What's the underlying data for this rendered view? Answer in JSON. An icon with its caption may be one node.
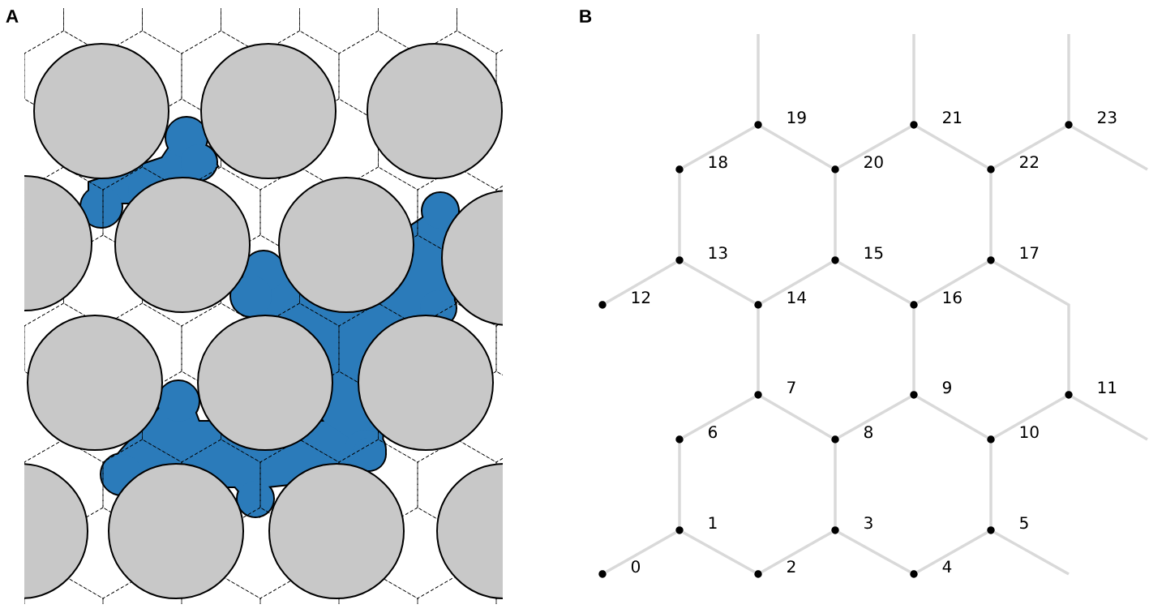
{
  "diagram": {
    "nodes": [
      {
        "text": [],
        "shape": "circle",
        "beside": [
          "0"
        ]
      },
      {
        "text": [],
        "shape": "circle",
        "beside": [
          "1"
        ]
      },
      {
        "text": [],
        "shape": "circle",
        "beside": [
          "2"
        ]
      },
      {
        "text": [],
        "shape": "circle",
        "beside": [
          "3"
        ]
      },
      {
        "text": [],
        "shape": "circle",
        "beside": [
          "4"
        ]
      },
      {
        "text": [],
        "shape": "circle",
        "beside": [
          "5"
        ]
      },
      {
        "text": [],
        "shape": "circle",
        "beside": [
          "6"
        ]
      },
      {
        "text": [],
        "shape": "circle",
        "beside": [
          "7"
        ]
      },
      {
        "text": [],
        "shape": "circle",
        "beside": [
          "8"
        ]
      },
      {
        "text": [],
        "shape": "circle",
        "beside": [
          "9"
        ]
      },
      {
        "text": [],
        "shape": "circle",
        "beside": [
          "10"
        ]
      },
      {
        "text": [],
        "shape": "circle",
        "beside": [
          "11"
        ]
      },
      {
        "text": [],
        "shape": "circle",
        "beside": [
          "12"
        ]
      },
      {
        "text": [],
        "shape": "circle",
        "beside": [
          "13"
        ]
      },
      {
        "text": [],
        "shape": "circle",
        "beside": [
          "14"
        ]
      },
      {
        "text": [],
        "shape": "circle",
        "beside": [
          "15"
        ]
      },
      {
        "text": [],
        "shape": "circle",
        "beside": [
          "16"
        ]
      },
      {
        "text": [],
        "shape": "circle",
        "beside": [
          "17"
        ]
      },
      {
        "text": [],
        "shape": "circle",
        "beside": [
          "18"
        ]
      },
      {
        "text": [],
        "shape": "circle",
        "beside": [
          "19"
        ]
      },
      {
        "text": [],
        "shape": "circle",
        "beside": [
          "20"
        ]
      },
      {
        "text": [],
        "shape": "circle",
        "beside": [
          "21"
        ]
      },
      {
        "text": [],
        "shape": "circle",
        "beside": [
          "22"
        ]
      },
      {
        "text": [],
        "shape": "circle",
        "beside": [
          "23"
        ]
      }
    ],
    "edges": [
      {
        "from": 0,
        "to": 1,
        "arrow": "none"
      },
      {
        "from": 1,
        "to": 2,
        "arrow": "none"
      },
      {
        "from": 2,
        "to": 3,
        "arrow": "none"
      },
      {
        "from": 3,
        "to": 4,
        "arrow": "none"
      },
      {
        "from": 4,
        "to": 5,
        "arrow": "none"
      },
      {
        "from": 5,
        "to": null,
        "arrow": "none"
      },
      {
        "from": 1,
        "to": 6,
        "arrow": "none"
      },
      {
        "from": 3,
        "to": 8,
        "arrow": "none"
      },
      {
        "from": 5,
        "to": 10,
        "arrow": "none"
      },
      {
        "from": 6,
        "to": 7,
        "arrow": "none"
      },
      {
        "from": 7,
        "to": 8,
        "arrow": "none"
      },
      {
        "from": 8,
        "to": 9,
        "arrow": "none"
      },
      {
        "from": 9,
        "to": 10,
        "arrow": "none"
      },
      {
        "from": 10,
        "to": 11,
        "arrow": "none"
      },
      {
        "from": 11,
        "to": null,
        "arrow": "none"
      },
      {
        "from": 7,
        "to": 14,
        "arrow": "none"
      },
      {
        "from": 9,
        "to": 16,
        "arrow": "none"
      },
      {
        "from": 11,
        "to": 17,
        "arrow": "none"
      },
      {
        "from": 12,
        "to": 13,
        "arrow": "none"
      },
      {
        "from": 13,
        "to": 14,
        "arrow": "none"
      },
      {
        "from": 14,
        "to": 15,
        "arrow": "none"
      },
      {
        "from": 15,
        "to": 16,
        "arrow": "none"
      },
      {
        "from": 16,
        "to": 17,
        "arrow": "none"
      },
      {
        "from": 13,
        "to": 18,
        "arrow": "none"
      },
      {
        "from": 15,
        "to": 20,
        "arrow": "none"
      },
      {
        "from": 17,
        "to": 22,
        "arrow": "none"
      },
      {
        "from": 18,
        "to": 19,
        "arrow": "none"
      },
      {
        "from": 19,
        "to": 20,
        "arrow": "none"
      },
      {
        "from": 20,
        "to": 21,
        "arrow": "none"
      },
      {
        "from": 21,
        "to": 22,
        "arrow": "none"
      },
      {
        "from": 22,
        "to": 23,
        "arrow": "none"
      },
      {
        "from": 23,
        "to": null,
        "arrow": "none"
      },
      {
        "from": 19,
        "to": null,
        "arrow": "none"
      },
      {
        "from": 21,
        "to": null,
        "arrow": "none"
      },
      {
        "from": 23,
        "to": null,
        "arrow": "none"
      }
    ],
    "labels": [
      "A",
      "B"
    ]
  }
}
